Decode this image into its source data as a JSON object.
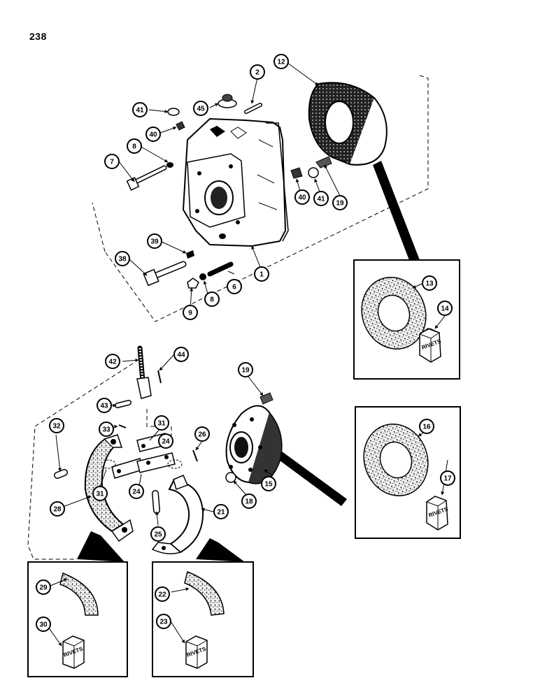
{
  "page": {
    "number": "238"
  },
  "rivets_label": "RIVETS",
  "callouts": [
    "1",
    "2",
    "6",
    "7",
    "8",
    "8",
    "9",
    "12",
    "13",
    "14",
    "15",
    "16",
    "17",
    "18",
    "19",
    "19",
    "21",
    "22",
    "23",
    "24",
    "24",
    "25",
    "26",
    "28",
    "29",
    "30",
    "31",
    "31",
    "32",
    "33",
    "38",
    "39",
    "40",
    "40",
    "41",
    "41",
    "42",
    "43",
    "44",
    "45"
  ]
}
